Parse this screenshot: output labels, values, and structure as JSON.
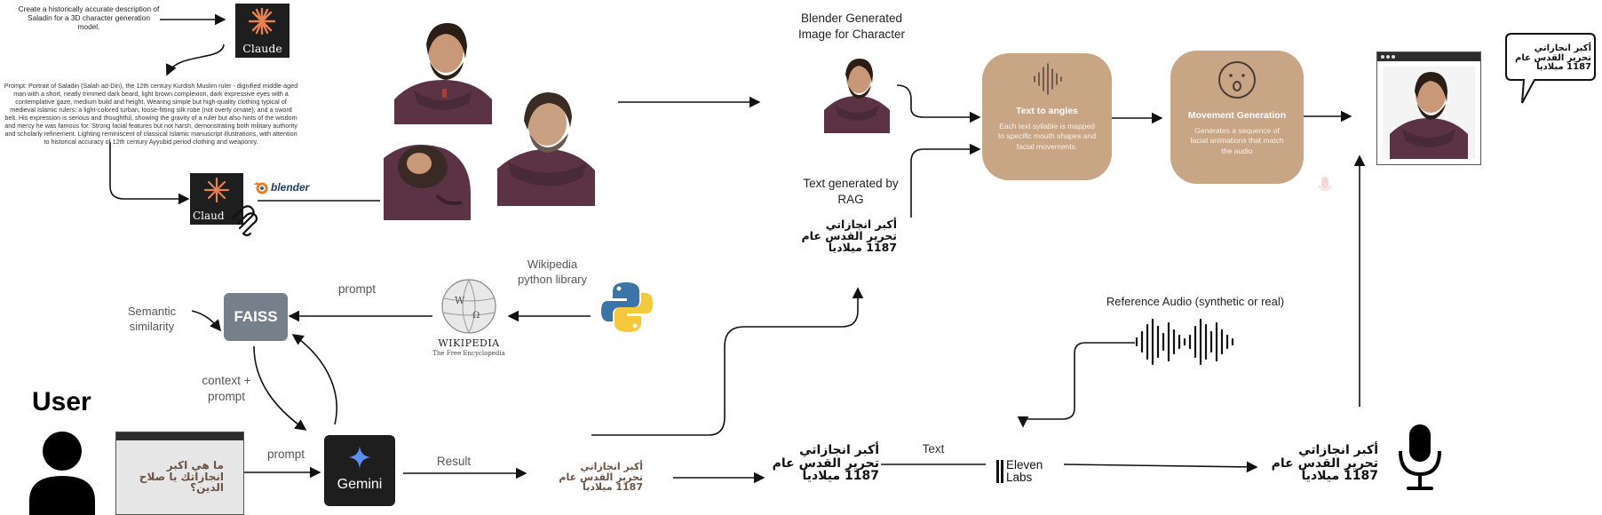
{
  "top_prompt": "Create a historically accurate description of Saladin for a 3D character generation model.",
  "claude_label": "Claude",
  "claude_label_short": "Claud",
  "blender_label": "blender",
  "long_prompt": "Prompt: Portrait of Saladin (Salah ad-Din), the 12th century Kurdish Muslim ruler - dignified middle-aged man with a short, neatly trimmed dark beard, light brown complexion, dark expressive eyes with a contemplative gaze, medium build and height. Wearing simple but high-quality clothing typical of medieval Islamic rulers: a light-colored turban, loose-fitting silk robe (not overly ornate), and a sword belt. His expression is serious and thoughtful, showing the gravity of a ruler but also hints of the wisdom and mercy he was famous for. Strong facial features but not harsh, demonstrating both military authority and scholarly refinement. Lighting reminiscent of classical Islamic manuscript illustrations, with attention to historical accuracy of 12th century Ayyubid period clothing and weaponry.",
  "blender_image_title": "Blender Generated Image for Character",
  "rag_text_title": "Text generated by RAG",
  "arabic_phrase": "أكبر انجازاتي تحرير القدس عام 1187 ميلاديا",
  "user_question": "ما هي اكبر انجازاتك يا صلاح الدين؟",
  "user_label": "User",
  "faiss_label": "FAISS",
  "semantic_similarity": "Semantic similarity",
  "prompt_label": "prompt",
  "context_prompt_label": "context + prompt",
  "gemini_label": "Gemini",
  "result_label": "Result",
  "wikipedia_library_label": "Wikipedia python library",
  "wikipedia_wordmark": "WIKIPEDIA",
  "wikipedia_tagline": "The Free Encyclopedia",
  "text_label": "Text",
  "elevenlabs_label": "Eleven Labs",
  "reference_audio_label": "Reference Audio (synthetic or real)",
  "card_text_to_angles": {
    "title": "Text to  angles",
    "desc": "Each text syllable  is mapped to specific mouth shapes and facial movements."
  },
  "card_movement": {
    "title": "Movement Generation",
    "desc": "Generates a sequence of facial animations that match the audio"
  },
  "colors": {
    "card": "#c8a585",
    "dark_logo": "#1e1e1e",
    "faiss": "#76808a",
    "claude_orange": "#e8804f",
    "robe": "#5b3344"
  }
}
